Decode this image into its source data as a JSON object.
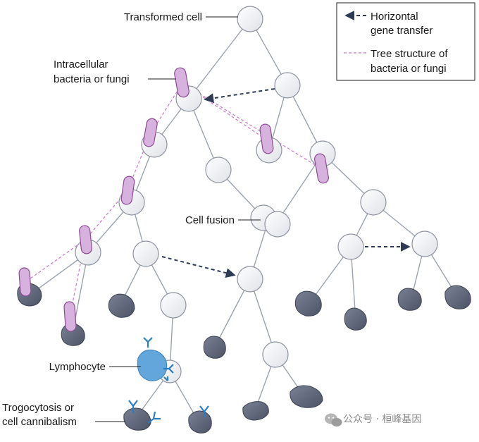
{
  "labels": {
    "transformed_cell": "Transformed cell",
    "intracellular_1": "Intracellular",
    "intracellular_2": "bacteria or fungi",
    "cell_fusion": "Cell fusion",
    "lymphocyte": "Lymphocyte",
    "trogocytosis_1": "Trogocytosis or",
    "trogocytosis_2": "cell cannibalism"
  },
  "legend": {
    "hgt_1": "Horizontal",
    "hgt_2": "gene transfer",
    "tree_1": "Tree structure of",
    "tree_2": "bacteria or fungi"
  },
  "watermark": {
    "text": "公众号 · 桓峰基因"
  },
  "colors": {
    "tree_line": "#9aa3b0",
    "cell_fill": "#f2f3f6",
    "cell_stroke": "#8d93a0",
    "bacteria_fill": "#d8b2de",
    "bacteria_stroke": "#8c4a95",
    "dashed_pink": "#c77ac6",
    "hgt_arrow": "#2d3b57",
    "dead_cell": "#5f6678",
    "lymphocyte": "#63a6db",
    "antibody": "#2a7cc0"
  }
}
